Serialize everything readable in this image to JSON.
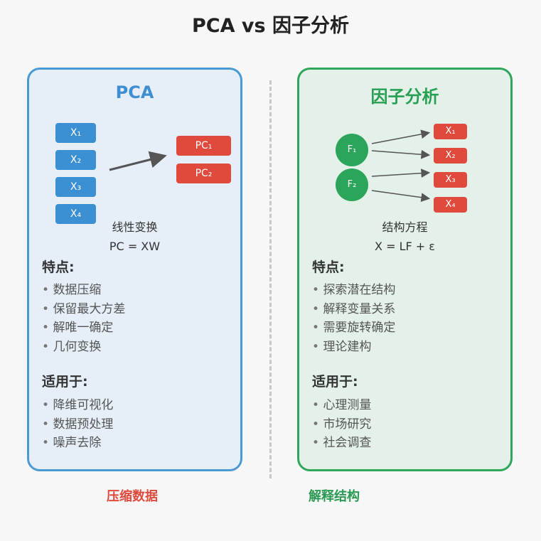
{
  "title": "PCA vs 因子分析",
  "pca": {
    "title": "PCA",
    "inputs": [
      "X₁",
      "X₂",
      "X₃",
      "X₄"
    ],
    "outputs": [
      "PC₁",
      "PC₂"
    ],
    "caption": "线性变换",
    "formula": "PC = XW",
    "features_heading": "特点:",
    "features": [
      "数据压缩",
      "保留最大方差",
      "解唯一确定",
      "几何变换"
    ],
    "uses_heading": "适用于:",
    "uses": [
      "降维可视化",
      "数据预处理",
      "噪声去除"
    ],
    "footer": "压缩数据",
    "footer_color": "#e04a3c"
  },
  "fa": {
    "title": "因子分析",
    "factors": [
      "F₁",
      "F₂"
    ],
    "variables": [
      "X₁",
      "X₂",
      "X₃",
      "X₄"
    ],
    "caption": "结构方程",
    "formula": "X = LF + ε",
    "features_heading": "特点:",
    "features": [
      "探索潜在结构",
      "解释变量关系",
      "需要旋转确定",
      "理论建构"
    ],
    "uses_heading": "适用于:",
    "uses": [
      "心理测量",
      "市场研究",
      "社会调查"
    ],
    "footer": "解释结构",
    "footer_color": "#2a9a52"
  },
  "colors": {
    "pca_accent": "#3d8fd1",
    "fa_accent": "#27a055",
    "output_red": "#e04a3c"
  }
}
